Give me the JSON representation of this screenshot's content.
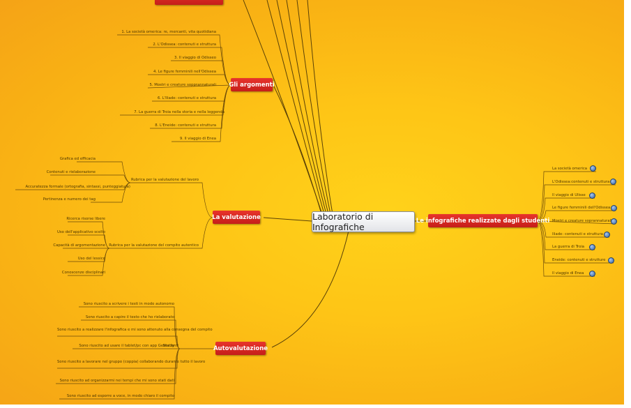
{
  "central": "Laboratorio di Infografiche",
  "topics": {
    "argomenti": "Gli argomenti",
    "valutazione": "La valutazione",
    "autovalutazione": "Autovalutazione",
    "infografiche": "Le infografiche realizzate dagli studenti"
  },
  "argomenti_items": [
    "1.   La società omerica: re, mercanti, vita quotidiana",
    "2.   L'Odissea: contenuti e struttura",
    "3.   Il viaggio di Odisseo",
    "4.   Le figure femminili nell'Odissea",
    "5.   Mostri e creature sopprannaturali",
    "6.   L'Iliade: contenuti e struttura",
    "7.   La guerra di Troia nella storia e nella leggenda",
    "8.   L'Eneide: contenuti e struttura",
    "9.   Il viaggio di Enea"
  ],
  "valutazione": {
    "rubrica1_label": "Rubrica per la valutazione del lavoro",
    "rubrica1_items": [
      "Grafica ed efficacia",
      "Contenuti e rielaborazione",
      "Accuratezza formale (ortografia, sintassi, punteggiatura)",
      "Pertinenza e numero dei tag"
    ],
    "rubrica2_label": "Rubrica per la valutazione del compito autentico",
    "rubrica2_items": [
      "Ricerca risorse libere",
      "Uso dell'applicativo scelto",
      "Capacità di argomentazione",
      "Uso del lessico",
      "Conoscenze disciplinari"
    ]
  },
  "autovalutazione": {
    "group_label": "Studenti",
    "items": [
      "Sono riuscito a scrivere i testi in modo autonomo",
      "Sono riuscito a capire il testo che ho rielaborato",
      "Sono riuscito a realizzare l'infografica e mi sono attenuto alla consegna del compito",
      "Sono riuscito ad usare il tablet/pc  con app Genial.ly",
      "Sono riuscito a lavorare nel gruppo (coppia) collaborando durante tutto il lavoro",
      "Sono riuscito ad organizzarmi nei tempi che mi sono stati dati",
      "Sono riuscito ad esporre a voce, in modo chiaro il compito"
    ]
  },
  "infografiche_items": [
    "La società omerica",
    "L'Odissea:contenuti e struttura",
    "Il viaggio di Ulisse",
    "Le figure femminili dell'Odissea",
    "Mostri e creature soprannaturali",
    "Iliade: contenuti e struttura",
    "La guerra di Troia",
    "Eneide: contenuti e strutture",
    "Il viaggio di Enea"
  ],
  "icons": {
    "link": "globe-link-icon"
  },
  "colors": {
    "topic": "#d8261f",
    "background": "#fec516",
    "central": "#e9ebee",
    "line": "#5a4106"
  }
}
